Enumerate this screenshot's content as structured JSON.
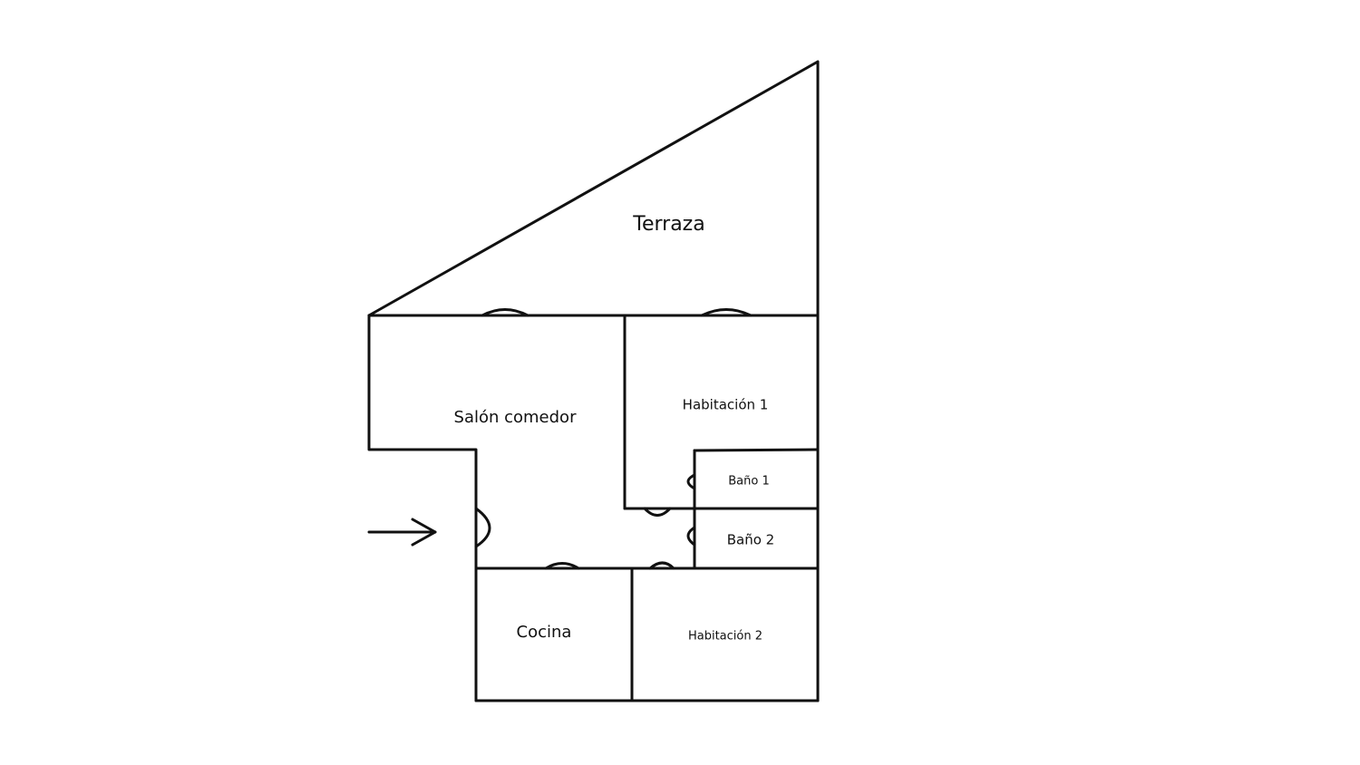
{
  "rooms": {
    "terrace": "Terraza",
    "living_dining": "Salón comedor",
    "bedroom_1": "Habitación 1",
    "bathroom_1": "Baño 1",
    "bathroom_2": "Baño 2",
    "kitchen": "Cocina",
    "bedroom_2": "Habitación 2"
  },
  "colors": {
    "line": "#111111",
    "background": "#ffffff"
  },
  "icons": {
    "entrance": "entrance-arrow-icon"
  }
}
